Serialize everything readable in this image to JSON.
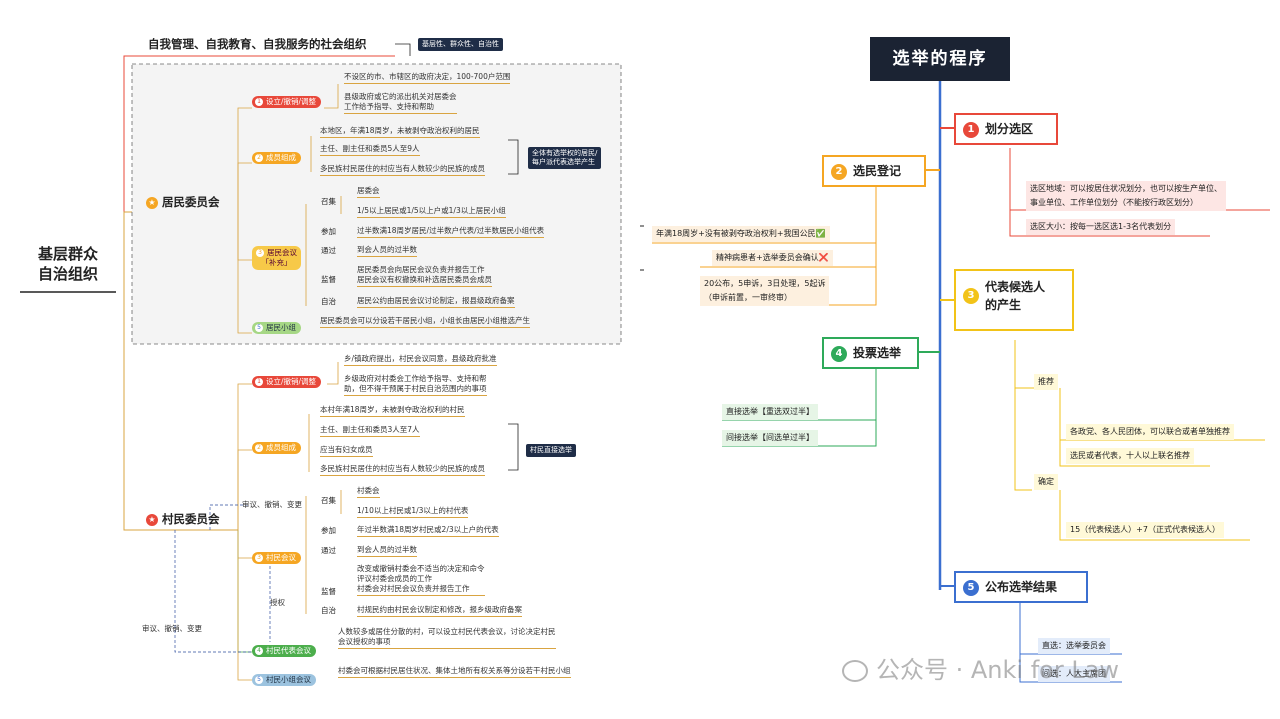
{
  "left": {
    "root": "基层群众\n自治组织",
    "top_def": "自我管理、自我教育、自我服务的社会组织",
    "top_props": "基层性、群众性、自治性",
    "residents": {
      "label": "居民委员会",
      "icon": "star-icon",
      "setup": {
        "tag": "设立/撤销/调整",
        "num": "1",
        "items": [
          "不设区的市、市辖区的政府决定，100-700户范围",
          "县级政府或它的派出机关对居委会\n工作给予指导、支持和帮助"
        ]
      },
      "members": {
        "tag": "成员组成",
        "num": "2",
        "items": [
          "本地区，年满18周岁，未被剥夺政治权利的居民",
          "主任、副主任和委员5人至9人",
          "多民族村民居住的村应当有人数较少的民族的成员"
        ],
        "note": "全体有选举权的居民/\n每户派代表选举产生"
      },
      "meeting": {
        "tag": "居民会议\n「补充」",
        "num": "3",
        "convene_label": "召集",
        "convene_items": [
          "居委会",
          "1/5以上居民或1/5以上户或1/3以上居民小组"
        ],
        "participate_label": "参加",
        "participate": "过半数满18周岁居民/过半数户代表/过半数居民小组代表",
        "pass_label": "通过",
        "pass": "到会人员的过半数",
        "supervise_label": "监督",
        "supervise": "居民委员会向居民会议负责并报告工作\n居民会议有权撤换和补选居民委员会成员",
        "autonomy_label": "自治",
        "autonomy": "居民公约由居民会议讨论制定，报县级政府备案"
      },
      "group": {
        "tag": "居民小组",
        "num": "5",
        "text": "居民委员会可以分设若干居民小组，小组长由居民小组推选产生"
      }
    },
    "villagers": {
      "label": "村民委员会",
      "icon": "star-icon",
      "setup": {
        "tag": "设立/撤销/调整",
        "num": "1",
        "items": [
          "乡/镇政府提出，村民会议同意，县级政府批准",
          "乡级政府对村委会工作给予指导、支持和帮\n助，但不得干预属于村民自治范围内的事项"
        ]
      },
      "members": {
        "tag": "成员组成",
        "num": "2",
        "items": [
          "本村年满18周岁，未被剥夺政治权利的村民",
          "主任、副主任和委员3人至7人",
          "应当有妇女成员",
          "多民族村民居住的村应当有人数较少的民族的成员"
        ],
        "note": "村民直接选举"
      },
      "meeting": {
        "tag": "村民会议",
        "num": "3",
        "convene_label": "召集",
        "convene_items": [
          "村委会",
          "1/10以上村民或1/3以上的村代表"
        ],
        "participate_label": "参加",
        "participate": "年过半数满18周岁村民或2/3以上户的代表",
        "pass_label": "通过",
        "pass": "到会人员的过半数",
        "supervise_label": "监督",
        "supervise": "改变或撤销村委会不适当的决定和命令\n评议村委会成员的工作\n村委会对村民会议负责并报告工作",
        "autonomy_label": "自治",
        "autonomy": "村规民约由村民会议制定和修改，报乡级政府备案"
      },
      "rep": {
        "tag": "村民代表会议",
        "num": "4",
        "text": "人数较多或居住分散的村，可以设立村民代表会议，讨论决定村民\n会议授权的事项"
      },
      "group": {
        "tag": "村民小组会议",
        "num": "5",
        "text": "村委会可根据村民居住状况、集体土地所有权关系等分设若干村民小组"
      },
      "review1": "审议、撤销、变更",
      "review2": "审议、撤销、变更",
      "authorize": "授权"
    }
  },
  "right": {
    "title": "选举的程序",
    "step1": {
      "num": "1",
      "label": "划分选区",
      "items": [
        "选区地域：可以按居住状况划分，也可以按生产单位、\n事业单位、工作单位划分（不能按行政区划分）",
        "选区大小：按每一选区选1-3名代表划分"
      ]
    },
    "step2": {
      "num": "2",
      "label": "选民登记",
      "items": [
        "年满18周岁+没有被剥夺政治权利+我国公民✅",
        "精神病患者+选举委员会确认❌",
        "20公布，5申诉，3日处理，5起诉\n（申诉前置，一审终审）"
      ]
    },
    "step3": {
      "num": "3",
      "label": "代表候选人\n的产生",
      "recommend_label": "推荐",
      "recommend": [
        "各政党、各人民团体，可以联合或者单独推荐",
        "选民或者代表，十人以上联名推荐"
      ],
      "confirm_label": "确定",
      "confirm": "15（代表候选人）+7（正式代表候选人）"
    },
    "step4": {
      "num": "4",
      "label": "投票选举",
      "items": [
        "直接选举【重选双过半】",
        "间接选举【间选单过半】"
      ]
    },
    "step5": {
      "num": "5",
      "label": "公布选举结果",
      "items": [
        "直选：选举委员会",
        "间选：人大主席团"
      ]
    }
  },
  "watermark": "公众号 · Anki for Law",
  "colors": {
    "red": "#e8483a",
    "orange": "#f5a623",
    "yellow": "#f2c318",
    "green": "#2eaa5a",
    "blue": "#3b6fd0",
    "navy": "#1b2333"
  }
}
